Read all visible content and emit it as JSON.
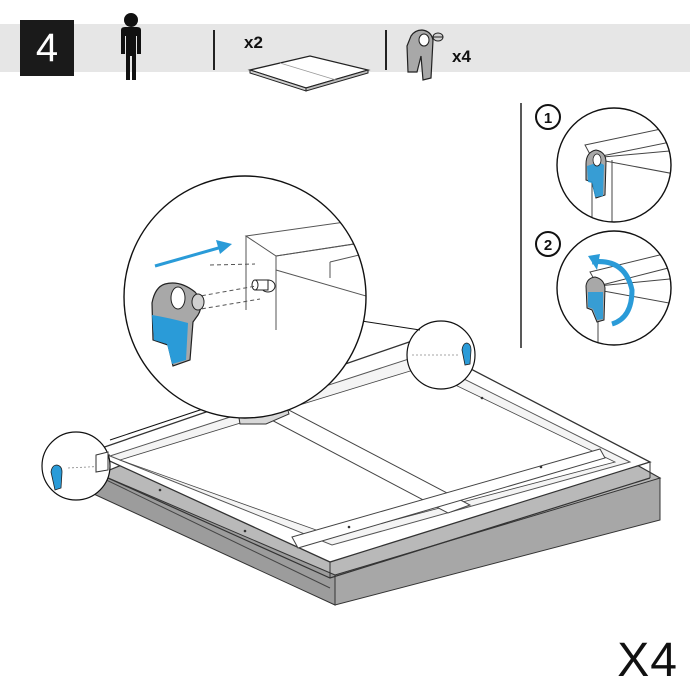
{
  "step": {
    "number": "4"
  },
  "header": {
    "persons": 1,
    "panel_qty": "x2",
    "clip_qty": "x4"
  },
  "substeps": [
    {
      "number": "1"
    },
    {
      "number": "2"
    }
  ],
  "repeat_label": "X4",
  "colors": {
    "header_bg": "#e6e6e6",
    "step_box": "#1a1a1a",
    "highlight": "#2a9bd8",
    "part_gray": "#9a9a9a"
  },
  "icons": [
    "person-icon",
    "panel-icon",
    "clip-icon",
    "arrow-icon",
    "rotate-arrow-icon"
  ]
}
